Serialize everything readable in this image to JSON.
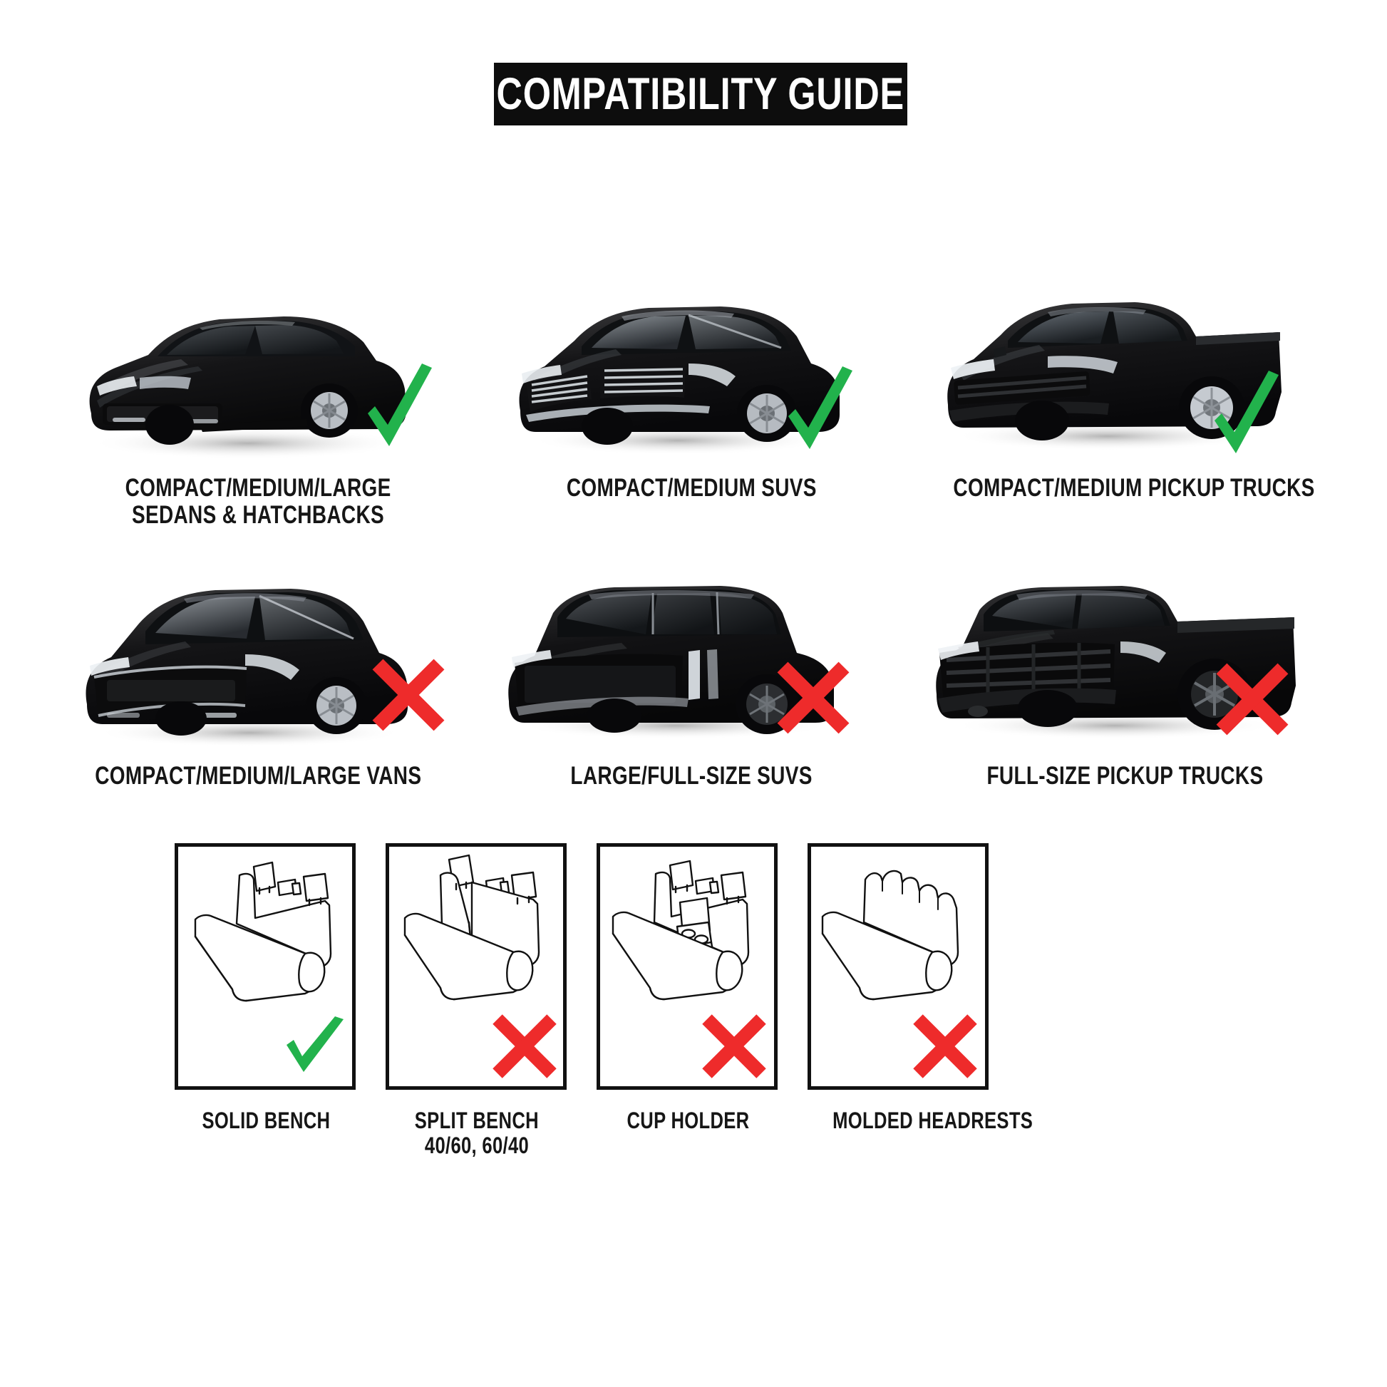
{
  "title": {
    "text": "COMPATIBILITY GUIDE"
  },
  "colors": {
    "check_green": "#22B24C",
    "cross_red": "#EE2B2B",
    "banner_bg": "#0D0D0D",
    "text": "#161616",
    "box_border": "#111111",
    "page_bg": "#FFFFFF"
  },
  "vehicles": [
    {
      "id": "sedan",
      "icon": "sedan-vehicle",
      "label_line1": "COMPACT/MEDIUM/LARGE",
      "label_line2": "SEDANS & HATCHBACKS",
      "status": "compatible",
      "status_icon": "check-icon"
    },
    {
      "id": "compact-suv",
      "icon": "suv-vehicle",
      "label_line1": "COMPACT/MEDIUM SUVS",
      "label_line2": "",
      "status": "compatible",
      "status_icon": "check-icon"
    },
    {
      "id": "compact-pickup",
      "icon": "pickup-vehicle",
      "label_line1": "COMPACT/MEDIUM PICKUP TRUCKS",
      "label_line2": "",
      "status": "compatible",
      "status_icon": "check-icon"
    },
    {
      "id": "van",
      "icon": "van-vehicle",
      "label_line1": "COMPACT/MEDIUM/LARGE VANS",
      "label_line2": "",
      "status": "not-compatible",
      "status_icon": "cross-icon"
    },
    {
      "id": "large-suv",
      "icon": "large-suv-vehicle",
      "label_line1": "LARGE/FULL-SIZE SUVS",
      "label_line2": "",
      "status": "not-compatible",
      "status_icon": "cross-icon"
    },
    {
      "id": "fullsize-pickup",
      "icon": "fullsize-pickup-vehicle",
      "label_line1": "FULL-SIZE PICKUP TRUCKS",
      "label_line2": "",
      "status": "not-compatible",
      "status_icon": "cross-icon"
    }
  ],
  "seat_types": [
    {
      "id": "solid-bench",
      "icon": "solid-bench-seat",
      "label_line1": "SOLID BENCH",
      "label_line2": "",
      "status": "compatible",
      "status_icon": "check-icon"
    },
    {
      "id": "split-bench",
      "icon": "split-bench-seat",
      "label_line1": "SPLIT BENCH",
      "label_line2": "40/60, 60/40",
      "status": "not-compatible",
      "status_icon": "cross-icon"
    },
    {
      "id": "cup-holder",
      "icon": "cup-holder-seat",
      "label_line1": "CUP HOLDER",
      "label_line2": "",
      "status": "not-compatible",
      "status_icon": "cross-icon"
    },
    {
      "id": "molded-headrests",
      "icon": "molded-headrests-seat",
      "label_line1": "MOLDED HEADRESTS",
      "label_line2": "",
      "status": "not-compatible",
      "status_icon": "cross-icon"
    }
  ]
}
